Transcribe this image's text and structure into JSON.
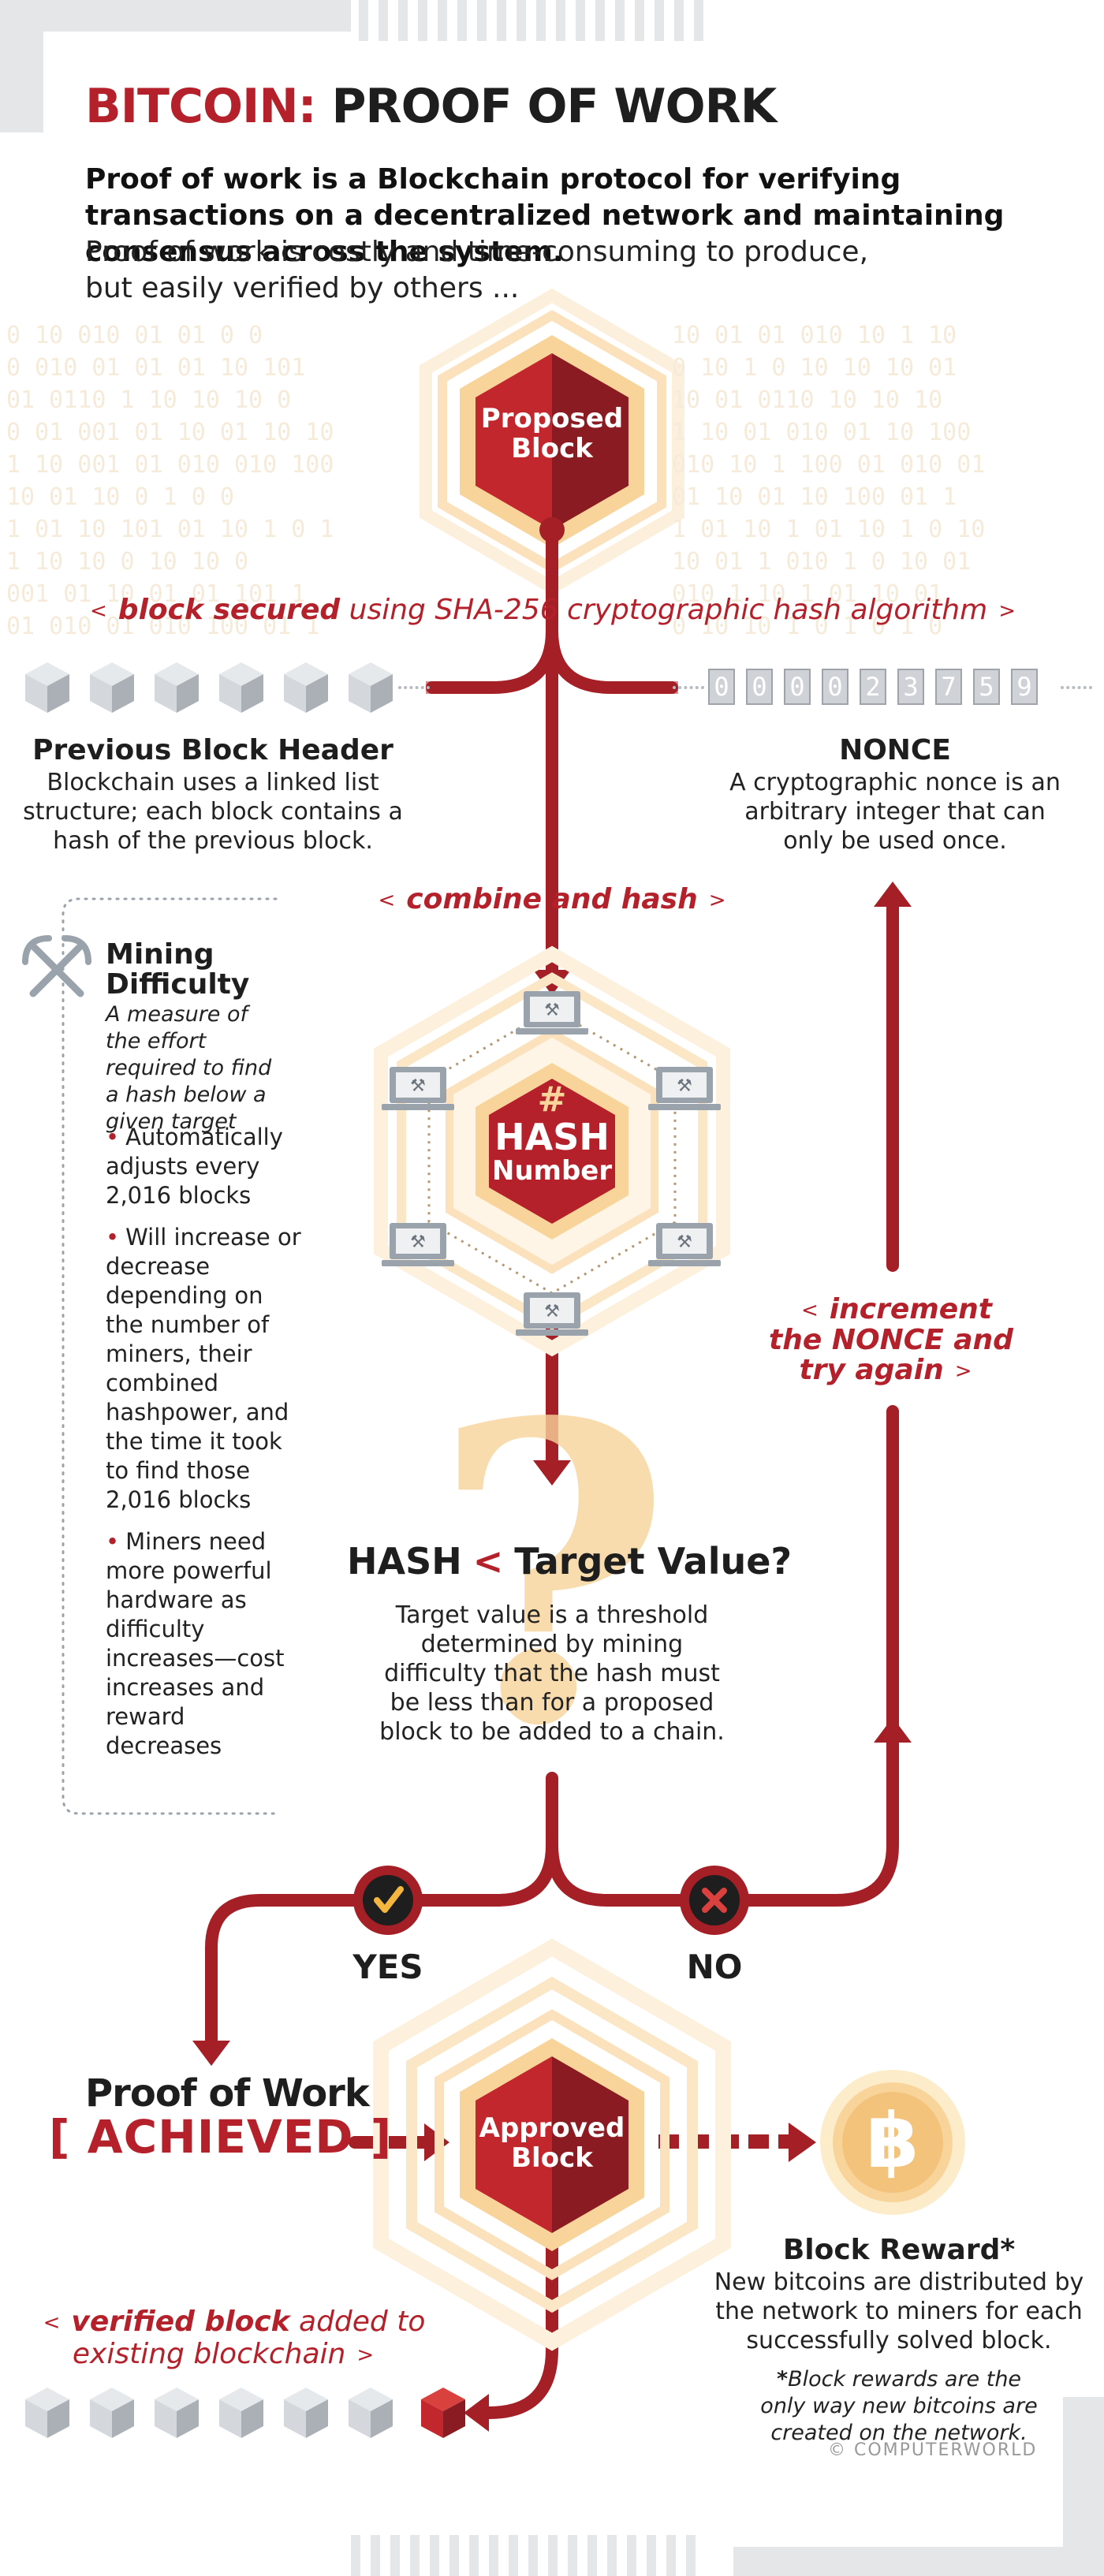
{
  "header": {
    "title_part1": "BITCOIN:",
    "title_part2": "PROOF OF WORK",
    "intro_bold": "Proof of work is a Blockchain protocol for verifying transactions on a decentralized network and maintaining consensus across the system.",
    "intro_regular": "Proof of work is costly and time-consuming to produce, but easily verified by others ..."
  },
  "binary_left": [
    "0 10 010 01 01 0 0",
    "0 010 01 01 01 10 101",
    "01 0110 1 10 10 10 0",
    "0 01 001 01 10 01 10 10",
    "1 10 001 01 010 010 100",
    "10 01 10 0 1 0 0",
    "1 01 10 101 01 10 1 0 1",
    "1 10 10 0 10 10 0",
    "001 01 10 01 01 101 1",
    "01 010 01 010 100 01 1"
  ],
  "binary_right": [
    "10 01 01 010 10 1 10",
    "0 10 1 0 10 10 10 01",
    "10 01 0110 10 10 10",
    "1 10 01 010 01 10 100",
    "010 10 1 100 01 010 01",
    "01 10 01 10 100 01 1",
    "1 01 10 1 01 10 1 0 10",
    "10 01 1 010 1 0 10 01",
    "010 1 10 1 01 10 01",
    "0 10 10 1 0 1 0 1 0"
  ],
  "proposed_block": {
    "line1": "Proposed",
    "line2": "Block"
  },
  "sha_label": {
    "lt": "<",
    "bold": "block secured",
    "rest": " using SHA-256   cryptographic hash algorithm",
    "gt": ">"
  },
  "nonce_digits": [
    "0",
    "0",
    "0",
    "0",
    "2",
    "3",
    "7",
    "5",
    "9"
  ],
  "previous_block": {
    "title": "Previous Block Header",
    "text": "Blockchain uses a linked list structure; each block contains a hash of the previous block."
  },
  "nonce": {
    "title": "NONCE",
    "text": "A cryptographic nonce is an arbitrary integer that can only be used once."
  },
  "combine_label": {
    "lt": "<",
    "text": "combine   and hash",
    "gt": ">"
  },
  "mining_difficulty": {
    "title_line1": "Mining",
    "title_line2": "Difficulty",
    "description": "A measure of the effort required to find a hash below a given target",
    "bullets": [
      "Automatically adjusts every 2,016 blocks",
      "Will increase or decrease depending on the number of miners, their combined hashpower, and the time it took to find those 2,016 blocks",
      "Miners need more powerful hardware as difficulty increases—cost increases and reward decreases"
    ]
  },
  "hash_hex": {
    "symbol": "#",
    "line1": "HASH",
    "line2": "Number"
  },
  "increment_label": {
    "lt": "<",
    "line1": "increment",
    "line2": "the NONCE and",
    "line3": "try again",
    "gt": ">"
  },
  "question": {
    "part1": "HASH",
    "lt": "<",
    "part2": "Target Value?",
    "text": "Target value is a threshold determined by mining difficulty that the hash must be less than for a proposed block to be added to a chain."
  },
  "yes_label": "YES",
  "no_label": "NO",
  "proof_achieved": {
    "line1": "Proof of Work",
    "line2": "[ ACHIEVED ]"
  },
  "approved_block": {
    "line1": "Approved",
    "line2": "Block"
  },
  "bitcoin_symbol": "฿",
  "block_reward": {
    "title": "Block Reward*",
    "text": "New bitcoins are distributed by the network to miners for each successfully solved block.",
    "footnote_mark": "*",
    "footnote": "Block rewards are the only way new bitcoins are created on the network."
  },
  "verified_label": {
    "lt": "<",
    "bold": "verified block",
    "rest": " added to",
    "line2": "existing blockchain",
    "gt": ">"
  },
  "credit": "© COMPUTERWORLD",
  "colors": {
    "accent_red": "#b4212b",
    "dark_red": "#8a1b22",
    "light_orange": "#f8d49a",
    "pale_orange": "#fdf0dc",
    "gray_cube": "#c9cdd1"
  }
}
